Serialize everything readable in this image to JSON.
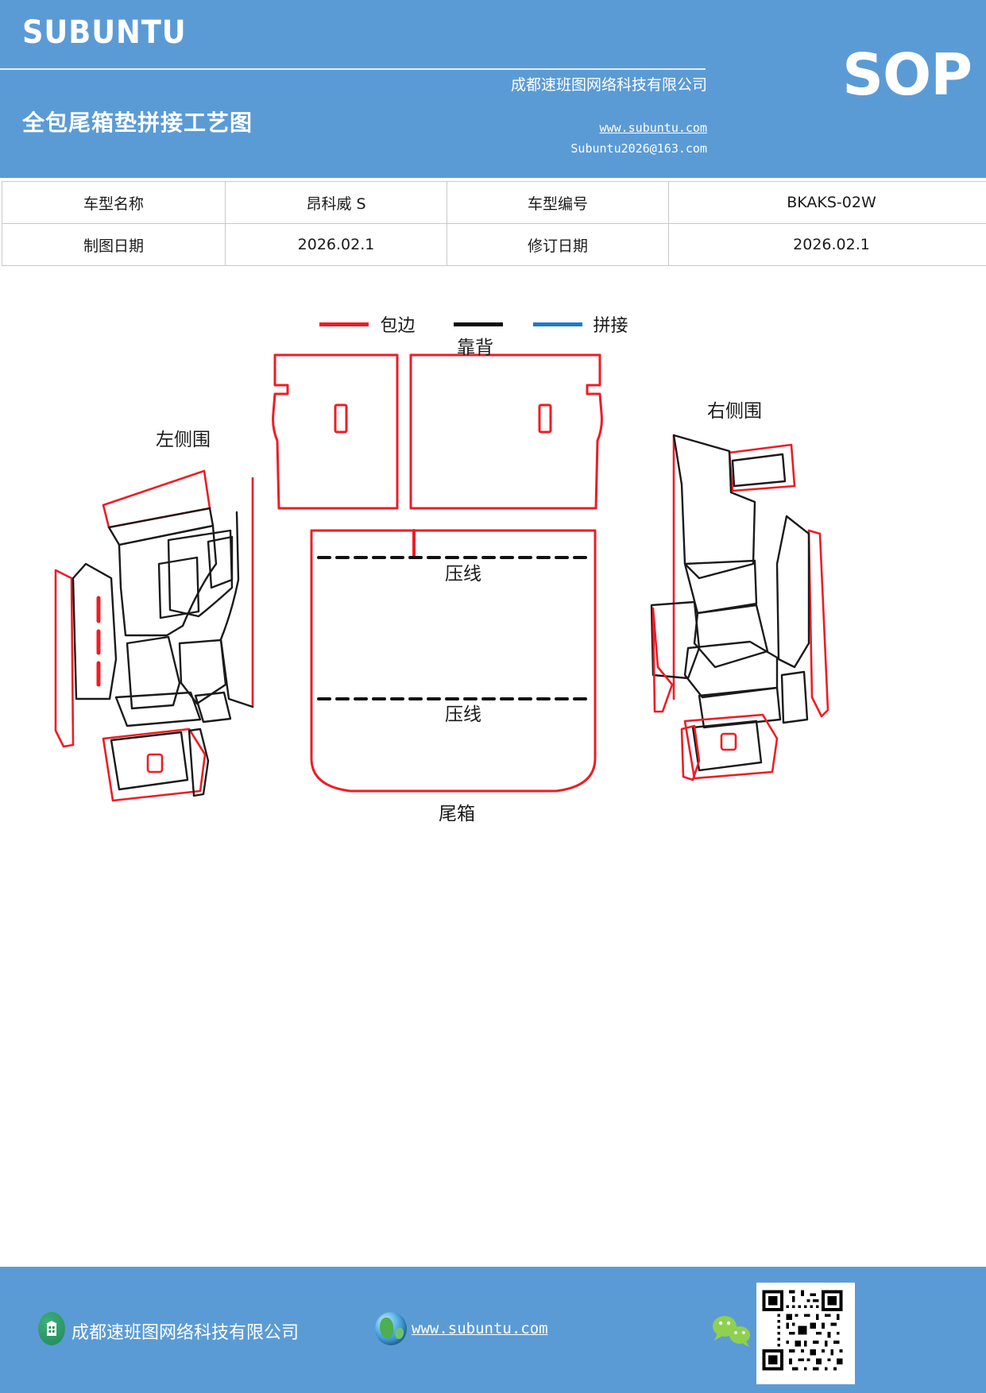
{
  "header": {
    "brand": "SUBUNTU",
    "doc_title": "全包尾箱垫拼接工艺图",
    "company": "成都速班图网络科技有限公司",
    "website": "www.subuntu.com",
    "email": "Subuntu2026@163.com",
    "badge": "SOP"
  },
  "info_table": {
    "rows": [
      {
        "label1": "车型名称",
        "value1": "昂科威 S",
        "label2": "车型编号",
        "value2": "BKAKS-02W"
      },
      {
        "label1": "制图日期",
        "value1": "2026.02.1",
        "label2": "修订日期",
        "value2": "2026.02.1"
      }
    ]
  },
  "legend": {
    "items": [
      {
        "label": "包边",
        "color": "#ee1c25",
        "name": "edge-binding"
      },
      {
        "label": "拼接",
        "color": "#0a0a0a",
        "color2": "#1f7ac4",
        "name": "seam-splice"
      }
    ]
  },
  "drawing": {
    "labels": {
      "left_side": "左侧围",
      "backrest": "靠背",
      "right_side": "右侧围",
      "crease_top": "压线",
      "crease_bottom": "压线",
      "trunk": "尾箱"
    },
    "colors": {
      "binding": "#ee1c25",
      "seam": "#1a1a1a",
      "splice_blue": "#1f7ac4"
    }
  },
  "footer": {
    "company": "成都速班图网络科技有限公司",
    "website": "www.subuntu.com"
  },
  "theme": {
    "brand_blue": "#5b9bd5",
    "red": "#ee1c25",
    "black": "#0a0a0a",
    "blue": "#1f7ac4"
  }
}
